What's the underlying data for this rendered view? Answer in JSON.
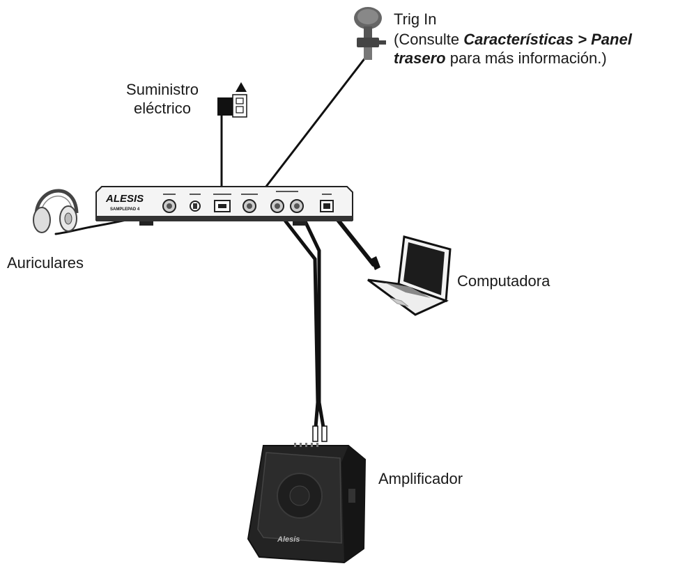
{
  "labels": {
    "trig_in": "Trig In",
    "trig_note_prefix": "(Consulte ",
    "trig_note_link": "Características > Panel",
    "trig_note_link2": "trasero",
    "trig_note_suffix": " para más información.)",
    "power_line1": "Suministro",
    "power_line2": "eléctrico",
    "headphones": "Auriculares",
    "computer": "Computadora",
    "amplifier": "Amplificador"
  },
  "device": {
    "brand": "ALESIS",
    "model": "SAMPLEPAD 4"
  },
  "amp": {
    "brand": "Alesis"
  },
  "colors": {
    "cable": "#111111",
    "device_body": "#f4f4f4",
    "amp_body": "#222222"
  }
}
